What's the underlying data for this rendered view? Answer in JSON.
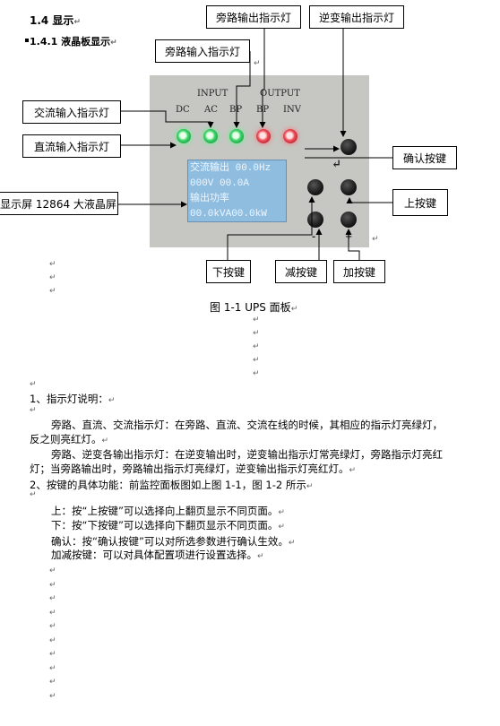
{
  "heading": {
    "section": "1.4 显示",
    "subsection": "1.4.1 液晶板显示"
  },
  "callouts": {
    "bp_out": "旁路输出指示灯",
    "inv_out": "逆变输出指示灯",
    "bp_in": "旁路输入指示灯",
    "ac_in": "交流输入指示灯",
    "dc_in": "直流输入指示灯",
    "lcd": "显示屏 12864 大液晶屏",
    "confirm": "确认按键",
    "up": "上按键",
    "down": "下按键",
    "minus": "减按键",
    "plus": "加按键"
  },
  "panel": {
    "input_label": "INPUT",
    "output_label": "OUTPUT",
    "dc": "DC",
    "ac": "AC",
    "bp1": "BP",
    "bp2": "BP",
    "inv": "INV",
    "minus_sign": "-",
    "plus_sign": "+",
    "enter_symbol": "↵",
    "led_colors": {
      "dc": "#3bd468",
      "ac": "#3bd468",
      "bp_in": "#3bd468",
      "bp_out": "#ef4d58",
      "inv": "#ef4d58"
    },
    "lcd": {
      "line1": "交流输出 00.0Hz",
      "line2": "000V    00.0A",
      "line3": "输出功率",
      "line4": "00.0kVA00.0kW"
    }
  },
  "caption": "图 1-1 UPS 面板",
  "section1": {
    "title": "1、指示灯说明：",
    "p1a": "旁路、直流、交流指示灯：在旁路、直流、交流在线的时候，其相应的指示灯亮绿灯，",
    "p1b": "反之则亮红灯。",
    "p2a": "旁路、逆变各输出指示灯：在逆变输出时，逆变输出指示灯常亮绿灯，旁路指示灯亮红",
    "p2b": "灯；当旁路输出时，旁路输出指示灯亮绿灯，逆变输出指示灯亮红灯。"
  },
  "section2": {
    "title": "2、按键的具体功能：前监控面板图如上图 1-1，图 1-2 所示",
    "up": "上：按“上按键”可以选择向上翻页显示不同页面。",
    "down": "下：按“下按键”可以选择向下翻页显示不同页面。",
    "confirm": "确认：按“确认按键”可以对所选参数进行确认生效。",
    "adjust": "加减按键：可以对具体配置项进行设置选择。"
  },
  "para_mark": "↵"
}
